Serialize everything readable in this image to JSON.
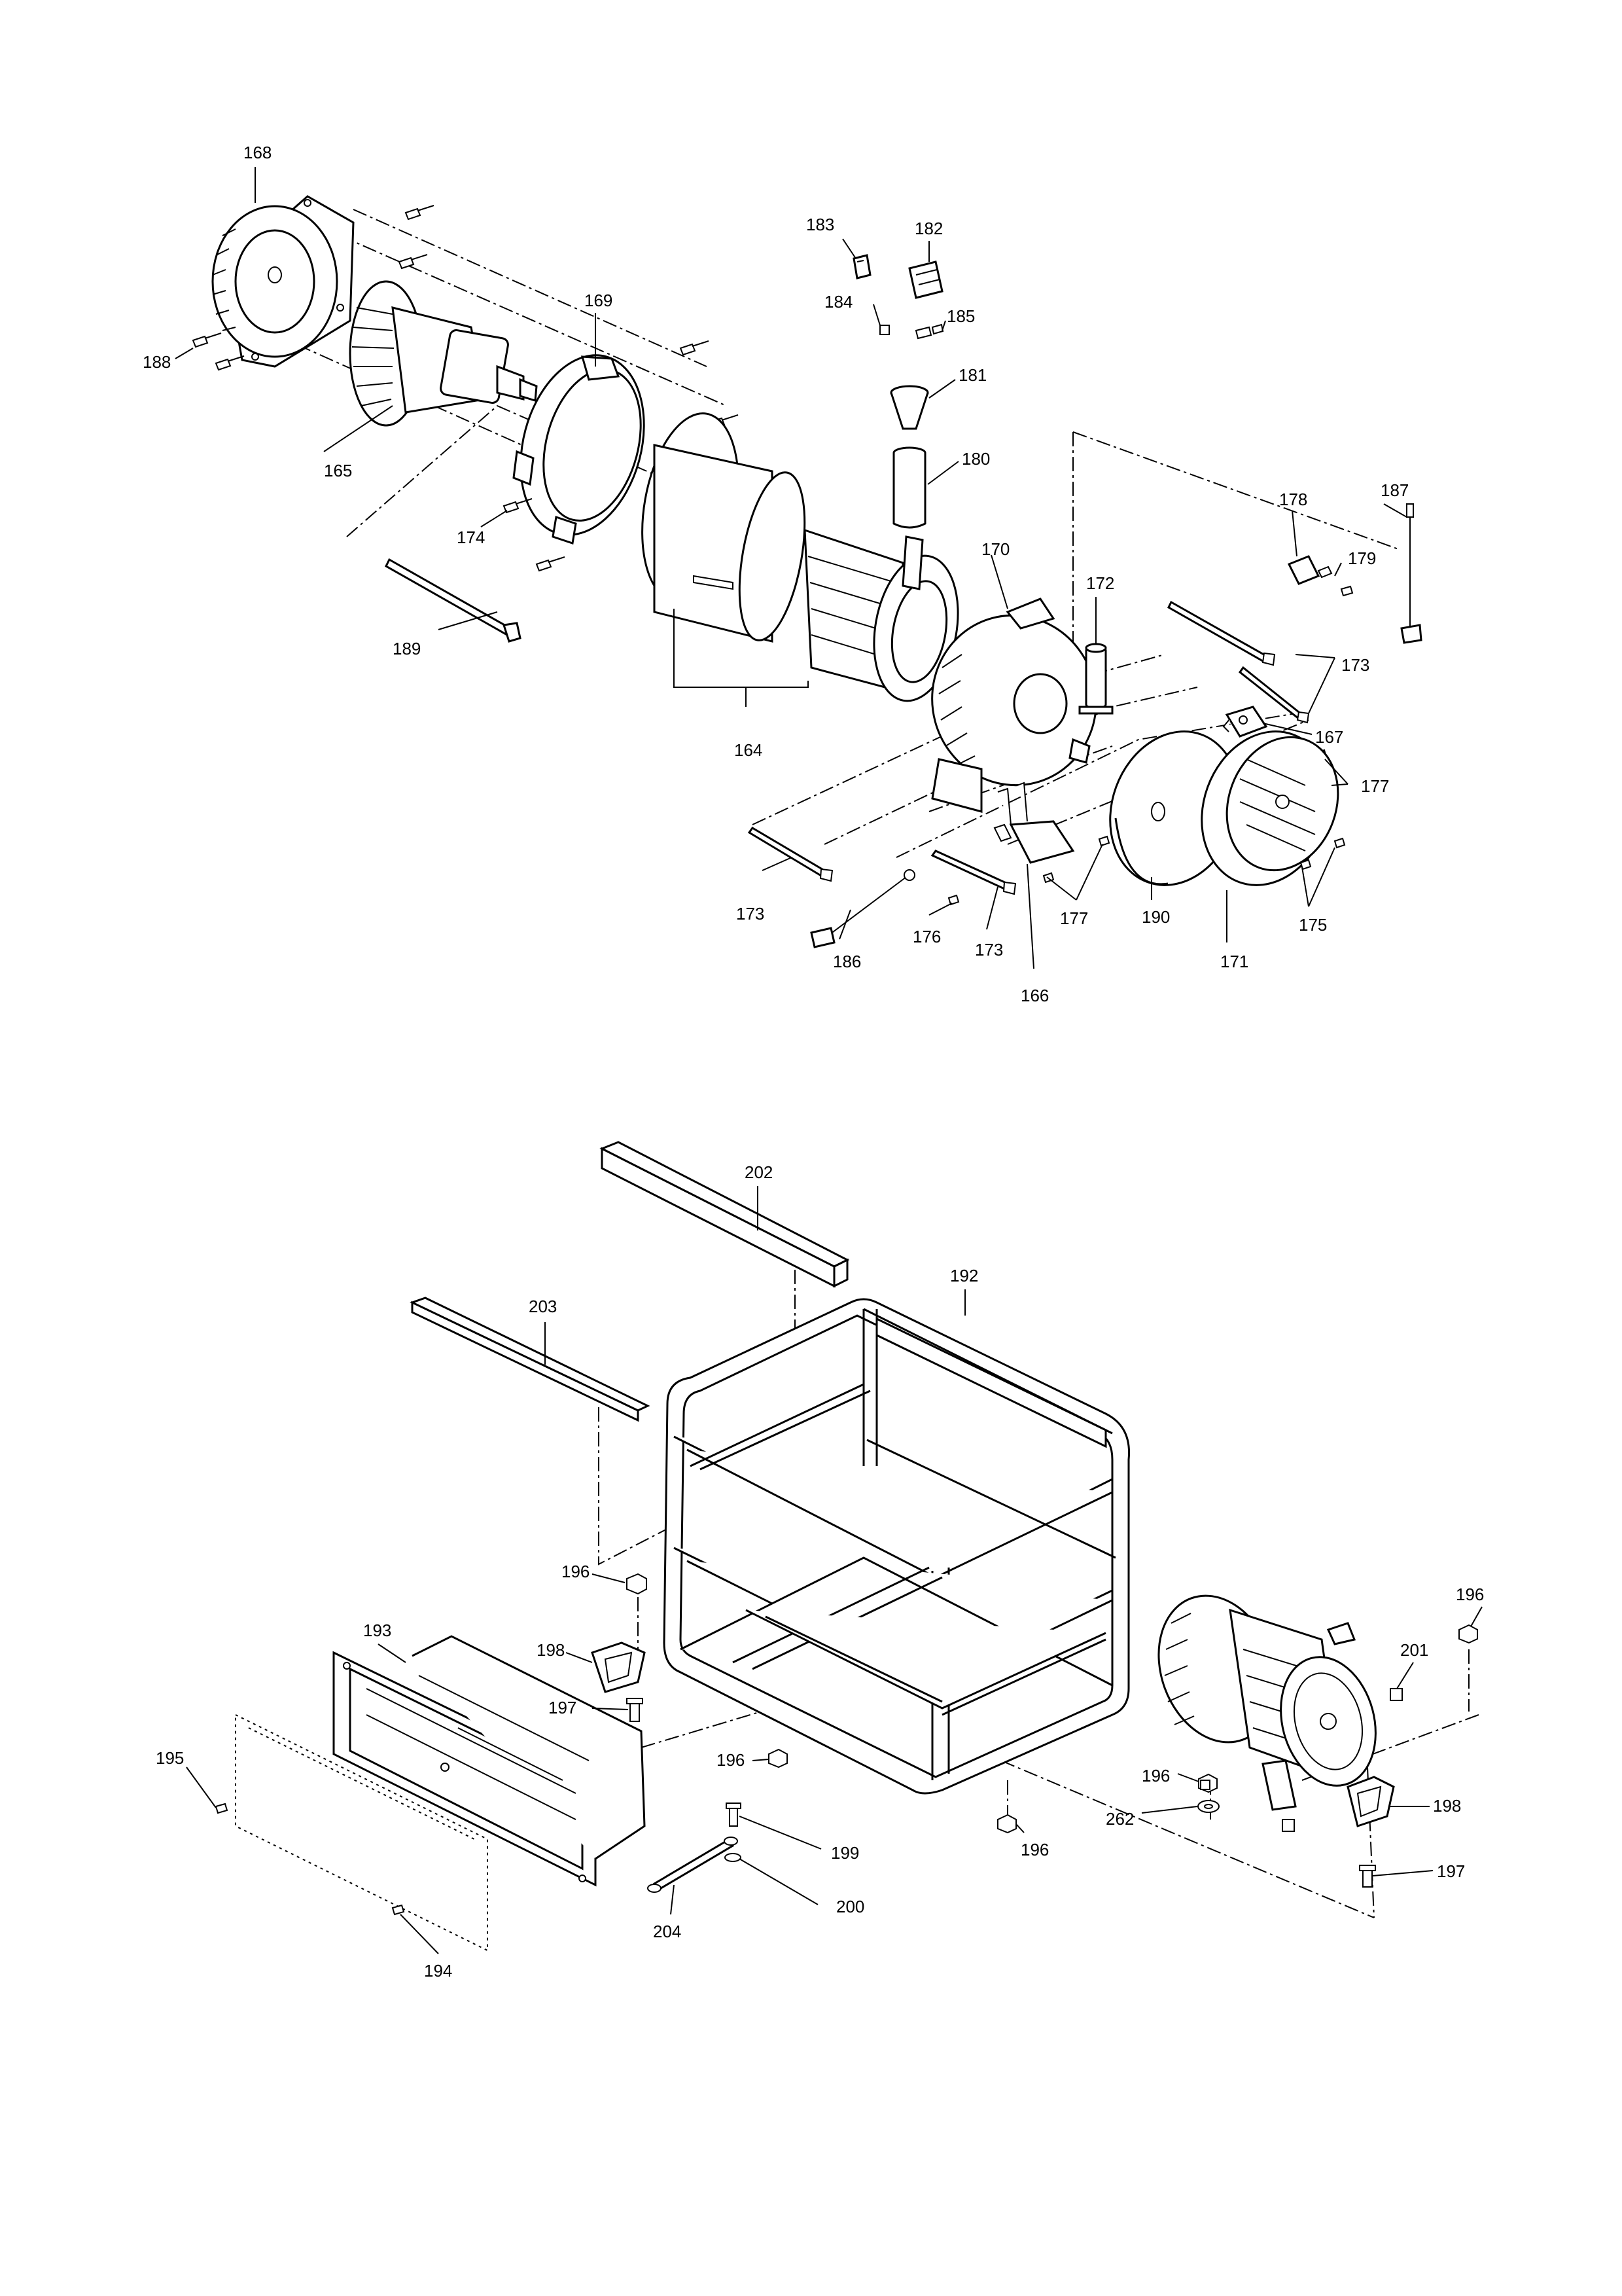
{
  "diagram": {
    "type": "exploded-parts-view",
    "callouts": {
      "c168": "168",
      "c188": "188",
      "c165": "165",
      "c169": "169",
      "c174": "174",
      "c189": "189",
      "c164": "164",
      "c183": "183",
      "c182": "182",
      "c184": "184",
      "c185": "185",
      "c181": "181",
      "c180": "180",
      "c170": "170",
      "c172": "172",
      "c178": "178",
      "c179": "179",
      "c187": "187",
      "c173a": "173",
      "c167": "167",
      "c177a": "177",
      "c173b": "173",
      "c186": "186",
      "c176": "176",
      "c173c": "173",
      "c177b": "177",
      "c190": "190",
      "c175": "175",
      "c171": "171",
      "c166": "166",
      "c202": "202",
      "c203": "203",
      "c192": "192",
      "c196a": "196",
      "c193": "193",
      "c198a": "198",
      "c197a": "197",
      "c195": "195",
      "c196b": "196",
      "c199": "199",
      "c200": "200",
      "c204": "204",
      "c194": "194",
      "c196c": "196",
      "c196d": "196",
      "c201": "201",
      "c196e": "196",
      "c262": "262",
      "c198b": "198",
      "c197b": "197"
    }
  }
}
